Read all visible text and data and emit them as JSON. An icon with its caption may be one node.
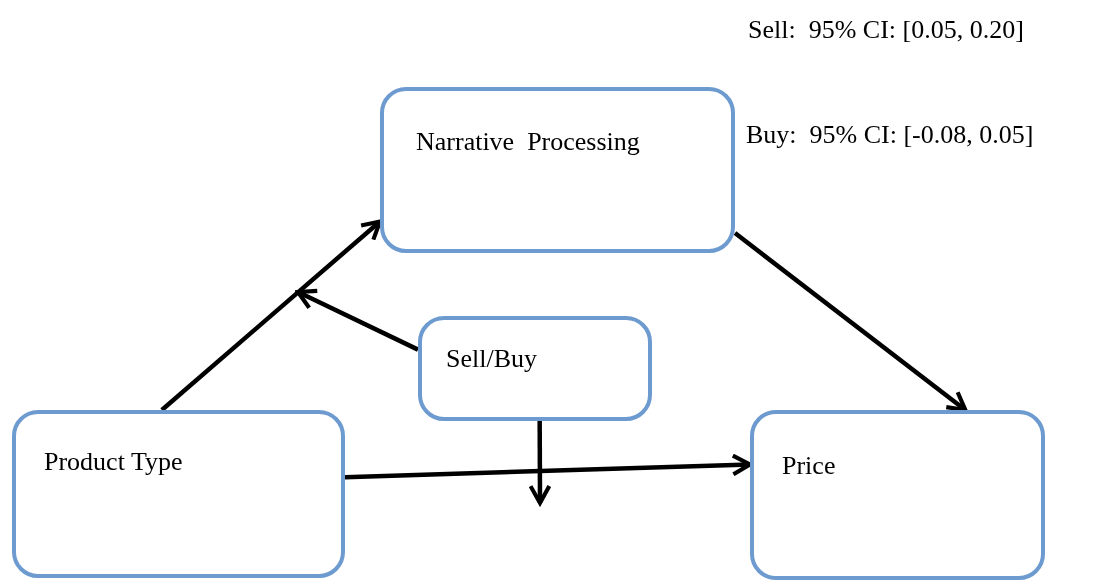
{
  "diagram": {
    "nodes": [
      {
        "text": [
          "Narrative  Processing"
        ]
      },
      {
        "text": [
          "Sell/Buy"
        ]
      },
      {
        "text": [
          "Product Type"
        ]
      },
      {
        "text": [
          "Price"
        ]
      }
    ],
    "edges": [
      {
        "from": 2,
        "to": 0,
        "arrow": "to"
      },
      {
        "from": 1,
        "to": null,
        "arrow": "to"
      },
      {
        "from": 0,
        "to": 3,
        "arrow": "to"
      },
      {
        "from": 2,
        "to": 3,
        "arrow": "to"
      },
      {
        "from": 1,
        "to": null,
        "arrow": "to"
      }
    ],
    "labels": [
      "Sell:  95% CI: [0.05, 0.20]",
      "Buy:  95% CI: [-0.08, 0.05]"
    ]
  }
}
